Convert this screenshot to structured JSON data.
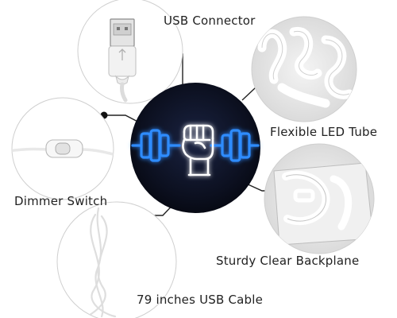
{
  "features": {
    "usb_connector": "USB Connector",
    "led_tube": "Flexible LED Tube",
    "dimmer_switch": "Dimmer Switch",
    "backplane": "Sturdy Clear Backplane",
    "cable": "79 inches USB Cable"
  },
  "colors": {
    "neon_blue": "#2f8cff",
    "neon_glow": "#1e6fff",
    "neon_white": "#ffffff",
    "center_bg": "#0c1020",
    "leader_line": "#222222",
    "circle_border": "#cfcfcf"
  },
  "icons": {
    "center": "dumbbell-fist-neon-icon"
  }
}
